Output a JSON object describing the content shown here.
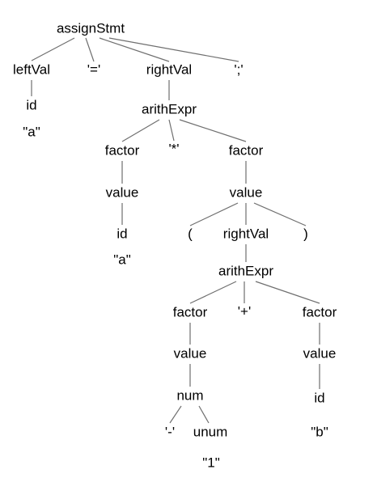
{
  "tree": {
    "nodes": [
      {
        "id": "assignStmt",
        "label": "assignStmt"
      },
      {
        "id": "leftVal",
        "label": "leftVal"
      },
      {
        "id": "eq",
        "label": "'='"
      },
      {
        "id": "rightVal1",
        "label": "rightVal"
      },
      {
        "id": "semi",
        "label": "';'"
      },
      {
        "id": "id1",
        "label": "id"
      },
      {
        "id": "a1",
        "label": "\"a\""
      },
      {
        "id": "arithExpr1",
        "label": "arithExpr"
      },
      {
        "id": "factor1",
        "label": "factor"
      },
      {
        "id": "star",
        "label": "'*'"
      },
      {
        "id": "factor2",
        "label": "factor"
      },
      {
        "id": "value1",
        "label": "value"
      },
      {
        "id": "value2",
        "label": "value"
      },
      {
        "id": "id2",
        "label": "id"
      },
      {
        "id": "a2",
        "label": "\"a\""
      },
      {
        "id": "lparen",
        "label": "("
      },
      {
        "id": "rightVal2",
        "label": "rightVal"
      },
      {
        "id": "rparen",
        "label": ")"
      },
      {
        "id": "arithExpr2",
        "label": "arithExpr"
      },
      {
        "id": "factor3",
        "label": "factor"
      },
      {
        "id": "plus",
        "label": "'+'"
      },
      {
        "id": "factor4",
        "label": "factor"
      },
      {
        "id": "value3",
        "label": "value"
      },
      {
        "id": "value4",
        "label": "value"
      },
      {
        "id": "num",
        "label": "num"
      },
      {
        "id": "id3",
        "label": "id"
      },
      {
        "id": "minus",
        "label": "'-'"
      },
      {
        "id": "unum",
        "label": "unum"
      },
      {
        "id": "b",
        "label": "\"b\""
      },
      {
        "id": "one",
        "label": "\"1\""
      }
    ],
    "edges": [
      [
        "assignStmt",
        "leftVal"
      ],
      [
        "assignStmt",
        "eq"
      ],
      [
        "assignStmt",
        "rightVal1"
      ],
      [
        "assignStmt",
        "semi"
      ],
      [
        "leftVal",
        "id1"
      ],
      [
        "rightVal1",
        "arithExpr1"
      ],
      [
        "arithExpr1",
        "factor1"
      ],
      [
        "arithExpr1",
        "star"
      ],
      [
        "arithExpr1",
        "factor2"
      ],
      [
        "factor1",
        "value1"
      ],
      [
        "value1",
        "id2"
      ],
      [
        "factor2",
        "value2"
      ],
      [
        "value2",
        "lparen"
      ],
      [
        "value2",
        "rightVal2"
      ],
      [
        "value2",
        "rparen"
      ],
      [
        "rightVal2",
        "arithExpr2"
      ],
      [
        "arithExpr2",
        "factor3"
      ],
      [
        "arithExpr2",
        "plus"
      ],
      [
        "arithExpr2",
        "factor4"
      ],
      [
        "factor3",
        "value3"
      ],
      [
        "value3",
        "num"
      ],
      [
        "num",
        "minus"
      ],
      [
        "num",
        "unum"
      ],
      [
        "factor4",
        "value4"
      ],
      [
        "value4",
        "id3"
      ]
    ]
  }
}
